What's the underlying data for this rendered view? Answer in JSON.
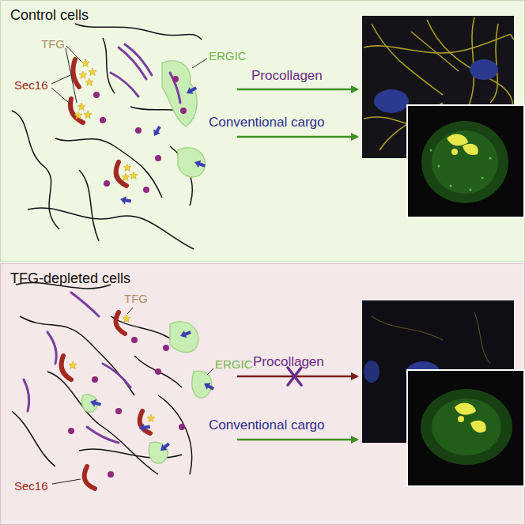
{
  "diagram": {
    "nodes": [
      {
        "text": [
          "Control cells"
        ]
      },
      {
        "text": [
          "TFG-depleted cells"
        ]
      }
    ],
    "labels": [
      "TFG",
      "ERGIC",
      "Procollagen",
      "Sec16",
      "Conventional cargo",
      "TFG",
      "Procollagen",
      "ERGIC",
      "Conventional cargo",
      "Sec16"
    ]
  }
}
